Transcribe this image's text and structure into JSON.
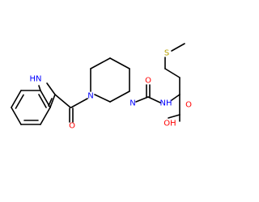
{
  "molecule": {
    "atoms": {
      "indole_nh": {
        "text": "HN",
        "color": "#0000ff"
      },
      "ketone_o": {
        "text": "O",
        "color": "#ff0000"
      },
      "pip_n1": {
        "text": "N",
        "color": "#0000ff"
      },
      "pip_n2": {
        "text": "N",
        "color": "#0000ff"
      },
      "urea_o": {
        "text": "O",
        "color": "#ff0000"
      },
      "amide_nh": {
        "text": "NH",
        "color": "#0000ff"
      },
      "acid_o": {
        "text": "O",
        "color": "#ff0000"
      },
      "acid_oh": {
        "text": "OH",
        "color": "#ff0000"
      },
      "thio_s": {
        "text": "S",
        "color": "#b8a000"
      }
    },
    "colors": {
      "bond": "#000000",
      "nitrogen": "#0000ff",
      "oxygen": "#ff0000",
      "sulfur": "#b8a000"
    }
  }
}
